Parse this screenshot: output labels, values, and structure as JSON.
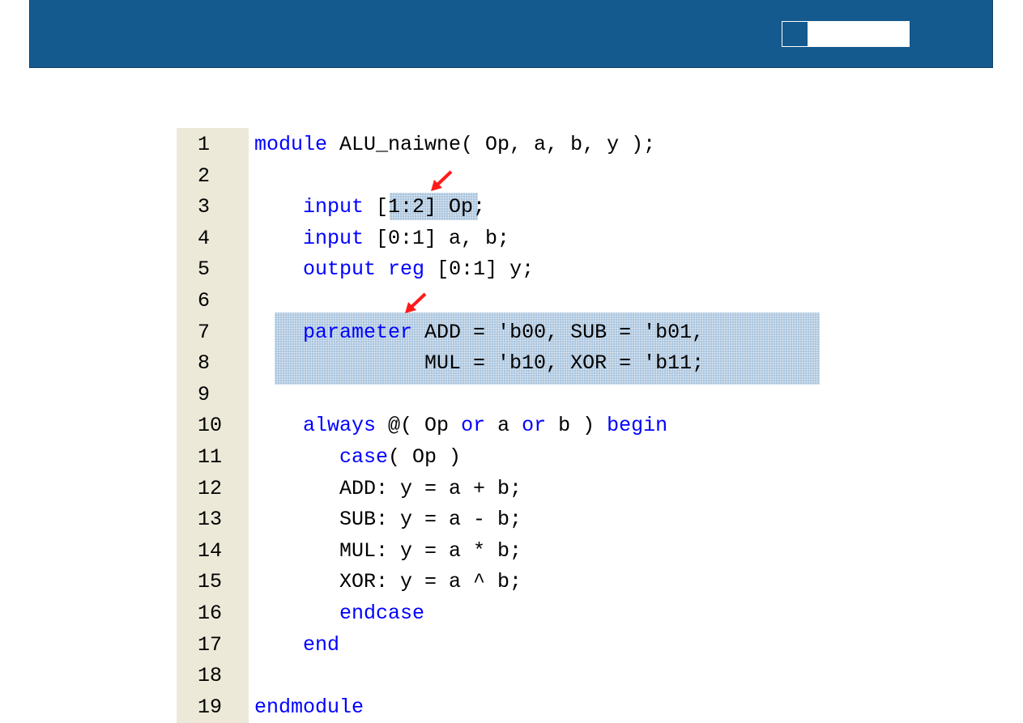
{
  "header": {
    "accent_color": "#155a8e"
  },
  "editor": {
    "keyword_color": "#0000ff",
    "highlight_color": "#a9c4dd",
    "lines": [
      {
        "num": "1",
        "parts": [
          {
            "t": "module",
            "kw": true
          },
          {
            "t": " ALU_naiwne( Op, a, b, y );"
          }
        ]
      },
      {
        "num": "2",
        "parts": []
      },
      {
        "num": "3",
        "parts": [
          {
            "t": "    "
          },
          {
            "t": "input",
            "kw": true
          },
          {
            "t": " [1:2] Op;"
          }
        ]
      },
      {
        "num": "4",
        "parts": [
          {
            "t": "    "
          },
          {
            "t": "input",
            "kw": true
          },
          {
            "t": " [0:1] a, b;"
          }
        ]
      },
      {
        "num": "5",
        "parts": [
          {
            "t": "    "
          },
          {
            "t": "output",
            "kw": true
          },
          {
            "t": " "
          },
          {
            "t": "reg",
            "kw": true
          },
          {
            "t": " [0:1] y;"
          }
        ]
      },
      {
        "num": "6",
        "parts": []
      },
      {
        "num": "7",
        "parts": [
          {
            "t": "    "
          },
          {
            "t": "parameter",
            "kw": true
          },
          {
            "t": " ADD = 'b00, SUB = 'b01,"
          }
        ]
      },
      {
        "num": "8",
        "parts": [
          {
            "t": "              MUL = 'b10, XOR = 'b11;"
          }
        ]
      },
      {
        "num": "9",
        "parts": []
      },
      {
        "num": "10",
        "parts": [
          {
            "t": "    "
          },
          {
            "t": "always",
            "kw": true
          },
          {
            "t": " @( Op "
          },
          {
            "t": "or",
            "kw": true
          },
          {
            "t": " a "
          },
          {
            "t": "or",
            "kw": true
          },
          {
            "t": " b ) "
          },
          {
            "t": "begin",
            "kw": true
          }
        ]
      },
      {
        "num": "11",
        "parts": [
          {
            "t": "       "
          },
          {
            "t": "case",
            "kw": true
          },
          {
            "t": "( Op )"
          }
        ]
      },
      {
        "num": "12",
        "parts": [
          {
            "t": "       ADD: y = a + b;"
          }
        ]
      },
      {
        "num": "13",
        "parts": [
          {
            "t": "       SUB: y = a - b;"
          }
        ]
      },
      {
        "num": "14",
        "parts": [
          {
            "t": "       MUL: y = a * b;"
          }
        ]
      },
      {
        "num": "15",
        "parts": [
          {
            "t": "       XOR: y = a ^ b;"
          }
        ]
      },
      {
        "num": "16",
        "parts": [
          {
            "t": "       "
          },
          {
            "t": "endcase",
            "kw": true
          }
        ]
      },
      {
        "num": "17",
        "parts": [
          {
            "t": "    "
          },
          {
            "t": "end",
            "kw": true
          }
        ]
      },
      {
        "num": "18",
        "parts": []
      },
      {
        "num": "19",
        "parts": [
          {
            "t": "endmodule",
            "kw": true
          }
        ]
      }
    ]
  },
  "annotations": {
    "arrow_color": "#ff1a1a",
    "arrow_icons": [
      "arrow-down-left-icon",
      "arrow-down-left-icon"
    ]
  }
}
